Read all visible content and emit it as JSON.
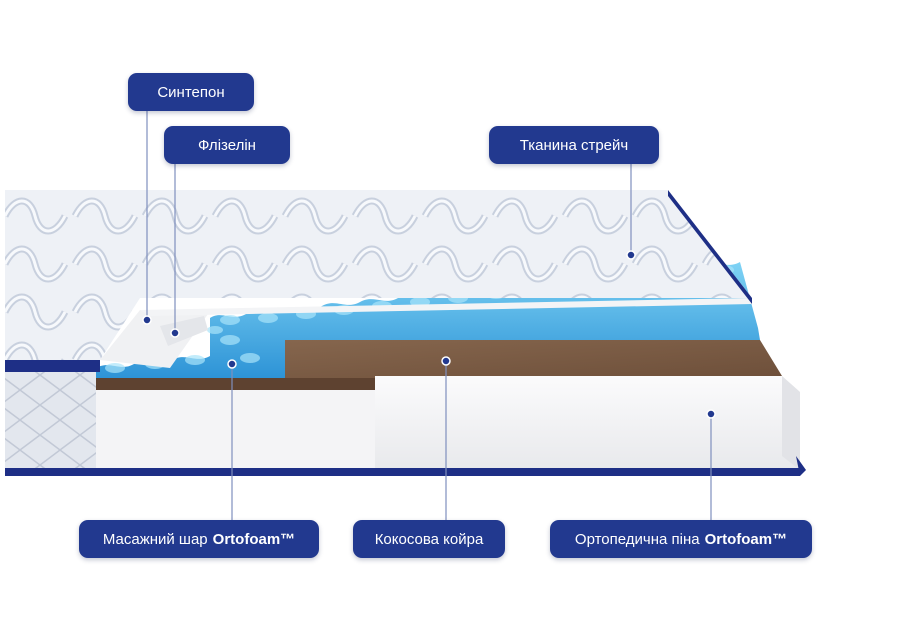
{
  "colors": {
    "label_bg": "#22398f",
    "label_text": "#ffffff",
    "leader_line": "#7f8fbd",
    "cover_fabric": "#eef1f6",
    "cover_binding": "#1e2f86",
    "massage_foam": "#4fb7ea",
    "coir": "#7a5a43",
    "orthopedic_foam": "#f2f2f3"
  },
  "labels": {
    "sintepon": "Синтепон",
    "flizelin": "Флізелін",
    "stretch_fabric": "Тканина стрейч",
    "massage_layer": {
      "text": "Масажний шар",
      "brand": "Ortofoam™"
    },
    "coconut_coir": "Кокосова койра",
    "orthopedic_foam": {
      "text": "Ортопедична піна",
      "brand": "Ortofoam™"
    }
  }
}
